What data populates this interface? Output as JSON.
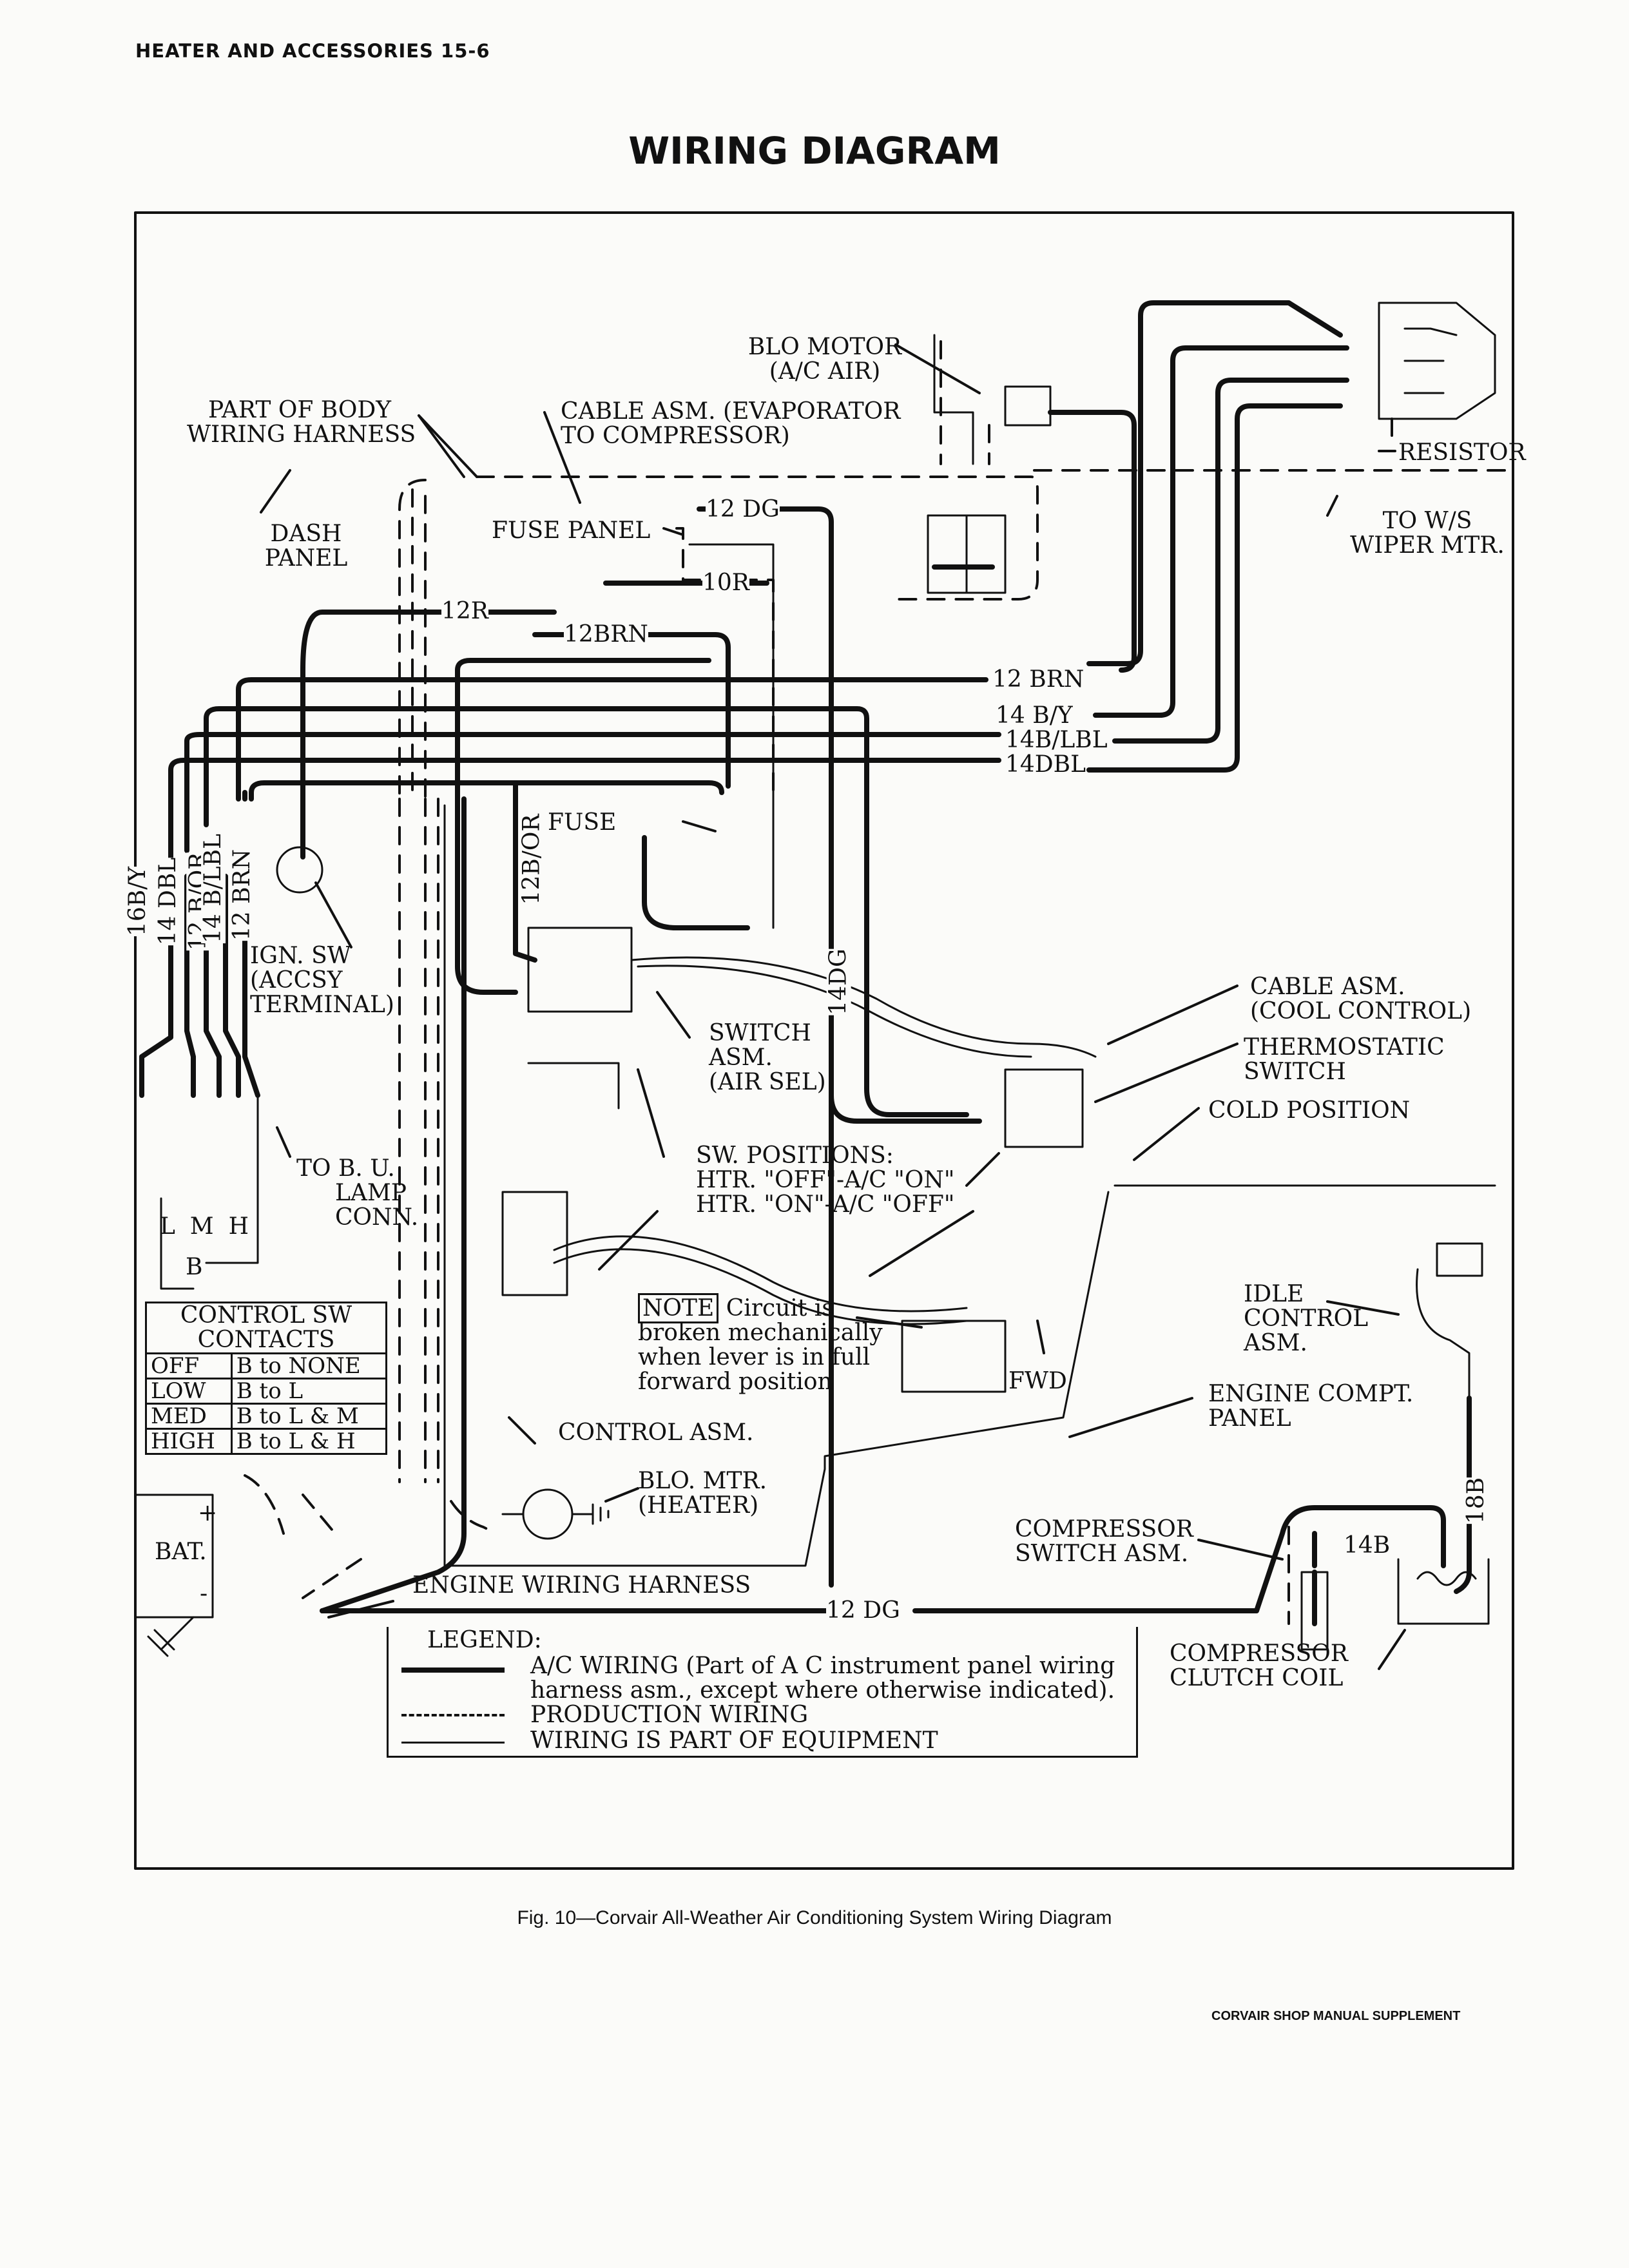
{
  "header": {
    "section": "HEATER AND ACCESSORIES 15-6",
    "title": "WIRING DIAGRAM"
  },
  "labels": {
    "blo_motor_ac": [
      "BLO MOTOR",
      "(A/C AIR)"
    ],
    "part_of_body": [
      "PART OF BODY",
      "WIRING HARNESS"
    ],
    "cable_evap": [
      "CABLE ASM. (EVAPORATOR",
      "TO COMPRESSOR)"
    ],
    "resistor": "RESISTOR",
    "dash_panel": [
      "DASH",
      "PANEL"
    ],
    "fuse_panel": "FUSE PANEL",
    "to_ws_wiper": [
      "TO W/S",
      "WIPER MTR."
    ],
    "fuse": "FUSE",
    "ign_sw": [
      "IGN. SW",
      "(ACCSY",
      "TERMINAL)"
    ],
    "cable_cool": [
      "CABLE ASM.",
      "(COOL CONTROL)"
    ],
    "thermostatic": [
      "THERMOSTATIC",
      "SWITCH"
    ],
    "switch_asm": [
      "SWITCH",
      "ASM.",
      "(AIR SEL)"
    ],
    "cold_position": "COLD POSITION",
    "sw_positions": [
      "SW. POSITIONS:",
      "HTR. \"OFF\"-A/C \"ON\"",
      "HTR. \"ON\"-A/C \"OFF\""
    ],
    "to_bu_lamp": [
      "TO B. U.",
      "LAMP",
      "CONN."
    ],
    "lmh": [
      "L",
      "M",
      "H"
    ],
    "b_terminal": "B",
    "note_tag": "NOTE",
    "note_text": [
      "Circuit is",
      "broken mechanically",
      "when lever is in full",
      "forward position"
    ],
    "fwd": "FWD",
    "idle_control": [
      "IDLE",
      "CONTROL",
      "ASM."
    ],
    "engine_compt": [
      "ENGINE COMPT.",
      "PANEL"
    ],
    "control_asm": "CONTROL ASM.",
    "blo_mtr_heater": [
      "BLO. MTR.",
      "(HEATER)"
    ],
    "bat": "BAT.",
    "plus": "+",
    "minus": "-",
    "compressor_switch": [
      "COMPRESSOR",
      "SWITCH ASM."
    ],
    "engine_harness": "ENGINE WIRING HARNESS",
    "compressor_clutch": [
      "COMPRESSOR",
      "CLUTCH COIL"
    ]
  },
  "wires": {
    "w12dg_top": "12 DG",
    "w10r": "10R",
    "w12r": "12R",
    "w12brn": "12BRN",
    "w12brn_right": "12 BRN",
    "w14by": "14 B/Y",
    "w14blbl": "14B/LBL",
    "w14dbl": "14DBL",
    "v16by": "16B/Y",
    "v14dbl": "14 DBL",
    "v12bor": "12 B/OR",
    "v14blbl": "14 B/LBL",
    "v12brn": "12 BRN",
    "v12bor_mid": "12B/OR",
    "v14dg": "14DG",
    "w14b": "14B",
    "v18b": "18B",
    "w12dg_bottom": "12 DG"
  },
  "control_table": {
    "title": [
      "CONTROL SW",
      "CONTACTS"
    ],
    "rows": [
      {
        "pos": "OFF",
        "contact": "B to NONE"
      },
      {
        "pos": "LOW",
        "contact": "B to L"
      },
      {
        "pos": "MED",
        "contact": "B to L & M"
      },
      {
        "pos": "HIGH",
        "contact": "B to L & H"
      }
    ]
  },
  "legend": {
    "title": "LEGEND:",
    "items": [
      {
        "style": "solid-thick",
        "text": [
          "A/C WIRING (Part of A C instrument panel wiring",
          "harness asm., except where otherwise indicated)."
        ]
      },
      {
        "style": "dashed",
        "text": [
          "PRODUCTION WIRING"
        ]
      },
      {
        "style": "thin",
        "text": [
          "WIRING IS PART OF EQUIPMENT"
        ]
      }
    ]
  },
  "caption": "Fig. 10—Corvair All-Weather Air Conditioning System Wiring Diagram",
  "footer": "CORVAIR SHOP MANUAL SUPPLEMENT"
}
